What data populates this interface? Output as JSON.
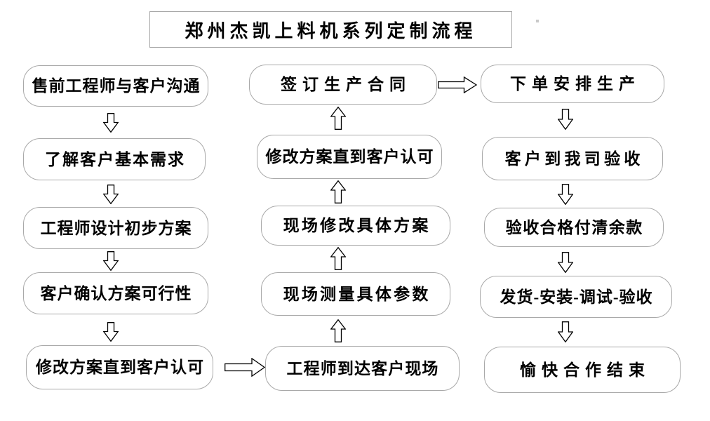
{
  "title": "郑州杰凯上料机系列定制流程",
  "flow": {
    "left": {
      "arrow_direction": "down",
      "nodes": [
        "售前工程师与客户沟通",
        "了解客户基本需求",
        "工程师设计初步方案",
        "客户确认方案可行性",
        "修改方案直到客户认可"
      ]
    },
    "middle": {
      "arrow_direction": "up",
      "nodes": [
        "签订生产合同",
        "修改方案直到客户认可",
        "现场修改具体方案",
        "现场测量具体参数",
        "工程师到达客户现场"
      ]
    },
    "right": {
      "arrow_direction": "down",
      "nodes": [
        "下单安排生产",
        "客户到我司验收",
        "验收合格付清余款",
        "发货-安装-调试-验收",
        "愉快合作结束"
      ]
    },
    "connectors": [
      {
        "from": "修改方案直到客户认可",
        "to": "工程师到达客户现场",
        "direction": "right"
      },
      {
        "from": "签订生产合同",
        "to": "下单安排生产",
        "direction": "right"
      }
    ]
  },
  "colors": {
    "background": "#ffffff",
    "box_border": "#a9a9a9",
    "text": "#000000",
    "arrow_outline": "#000000",
    "arrow_fill": "#ffffff"
  }
}
